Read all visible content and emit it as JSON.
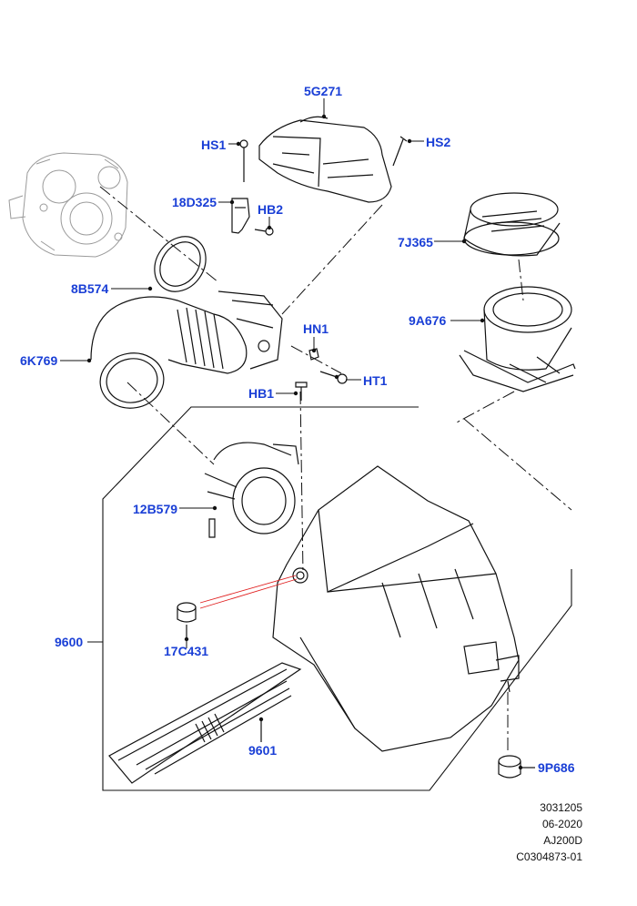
{
  "callouts": {
    "c_5G271": "5G271",
    "c_HS1": "HS1",
    "c_HS2": "HS2",
    "c_18D325": "18D325",
    "c_HB2": "HB2",
    "c_7J365": "7J365",
    "c_8B574": "8B574",
    "c_9A676": "9A676",
    "c_6K769": "6K769",
    "c_HN1": "HN1",
    "c_HT1": "HT1",
    "c_HB1": "HB1",
    "c_12B579": "12B579",
    "c_9600": "9600",
    "c_17C431": "17C431",
    "c_9601": "9601",
    "c_9P686": "9P686"
  },
  "stamp": {
    "line1": "3031205",
    "line2": "06-2020",
    "line3": "AJ200D",
    "line4": "C0304873-01"
  },
  "colors": {
    "callout_text": "#1a3fd6",
    "line_art": "#111111",
    "highlight_leader": "#e02020",
    "ghost_part": "#9a9a9a"
  }
}
